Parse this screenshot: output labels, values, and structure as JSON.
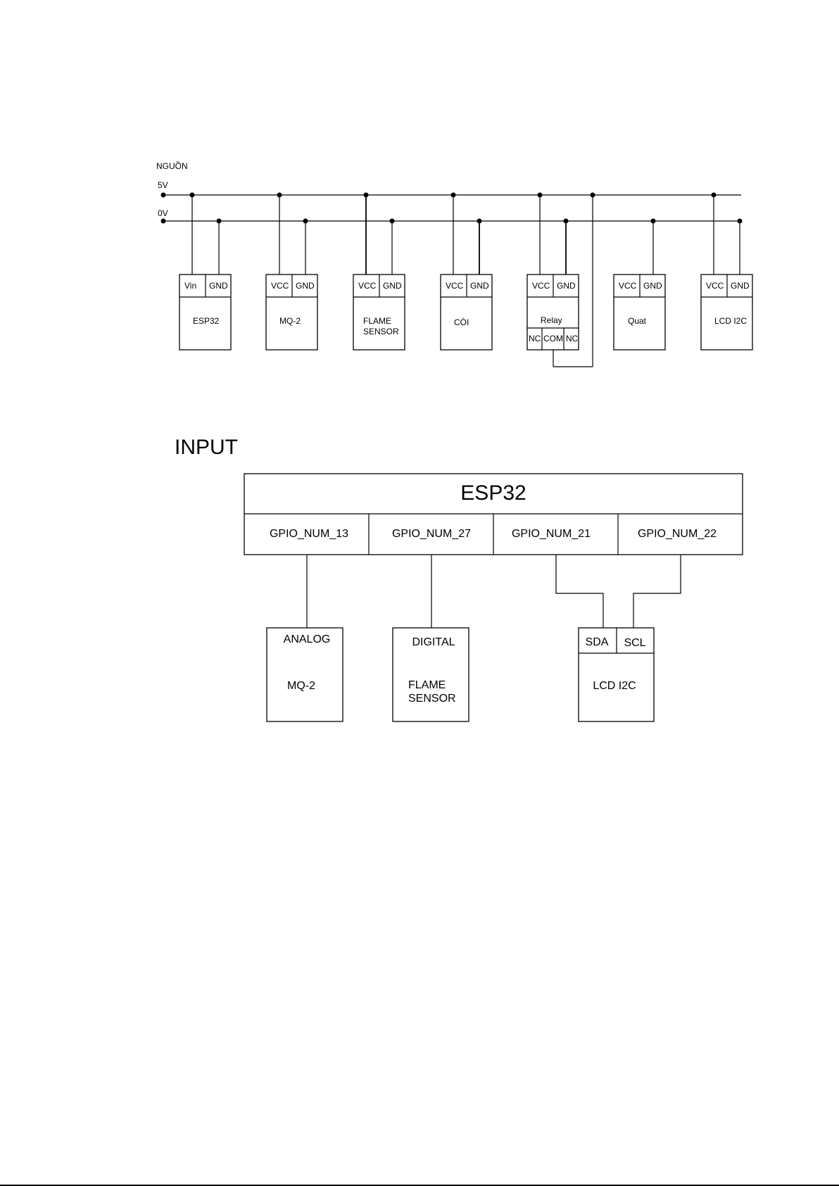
{
  "power": {
    "title": "NGUỒN",
    "rail_5v": "5V",
    "rail_0v": "0V",
    "modules": [
      {
        "pin1": "Vin",
        "pin2": "GND",
        "name": "ESP32"
      },
      {
        "pin1": "VCC",
        "pin2": "GND",
        "name": "MQ-2"
      },
      {
        "pin1": "VCC",
        "pin2": "GND",
        "name": "FLAME SENSOR",
        "name_line1": "FLAME",
        "name_line2": "SENSOR"
      },
      {
        "pin1": "VCC",
        "pin2": "GND",
        "name": "CÒI"
      },
      {
        "pin1": "VCC",
        "pin2": "GND",
        "name": "Relay",
        "sub_pins": [
          "NC",
          "COM",
          "NC"
        ]
      },
      {
        "pin1": "VCC",
        "pin2": "GND",
        "name": "Quat"
      },
      {
        "pin1": "VCC",
        "pin2": "GND",
        "name": "LCD I2C"
      }
    ]
  },
  "input": {
    "title": "INPUT",
    "controller": "ESP32",
    "gpio": [
      "GPIO_NUM_13",
      "GPIO_NUM_27",
      "GPIO_NUM_21",
      "GPIO_NUM_22"
    ],
    "devices": [
      {
        "signal": "ANALOG",
        "name": "MQ-2"
      },
      {
        "signal": "DIGITAL",
        "name": "FLAME SENSOR",
        "name_line1": "FLAME",
        "name_line2": "SENSOR"
      },
      {
        "pins": [
          "SDA",
          "SCL"
        ],
        "name": "LCD I2C"
      }
    ]
  }
}
